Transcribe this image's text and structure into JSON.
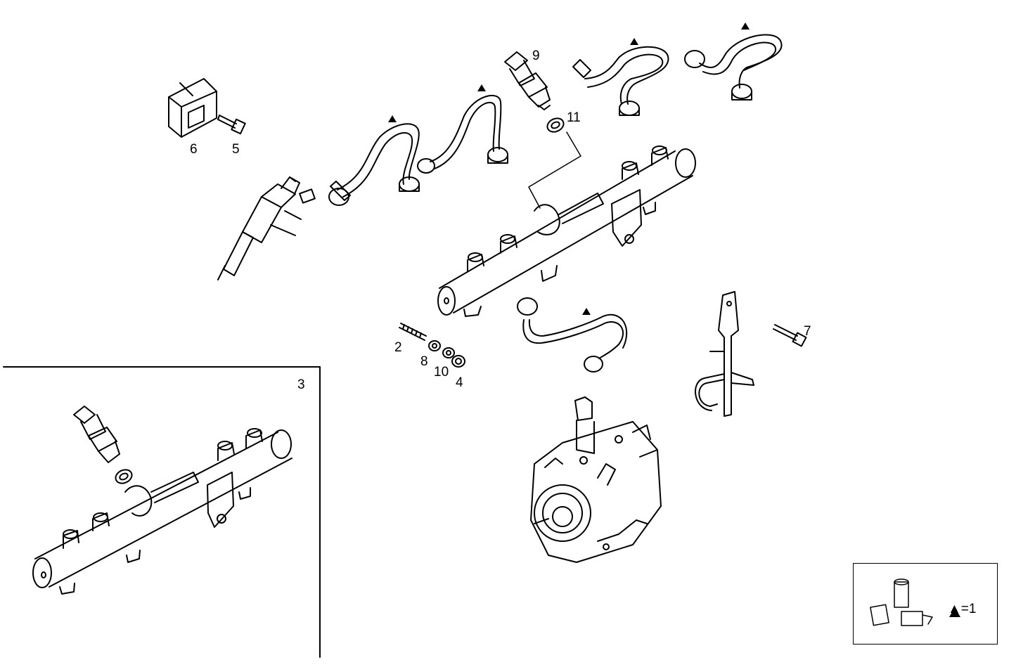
{
  "callouts": {
    "c1": "9",
    "c2": "11",
    "c3": "6",
    "c4": "5",
    "c5": "2",
    "c6": "8",
    "c7": "10",
    "c8": "4",
    "c9": "7",
    "c10": "3"
  },
  "legend": {
    "text": "▲=1"
  },
  "colors": {
    "line": "#000000",
    "background": "#ffffff"
  }
}
